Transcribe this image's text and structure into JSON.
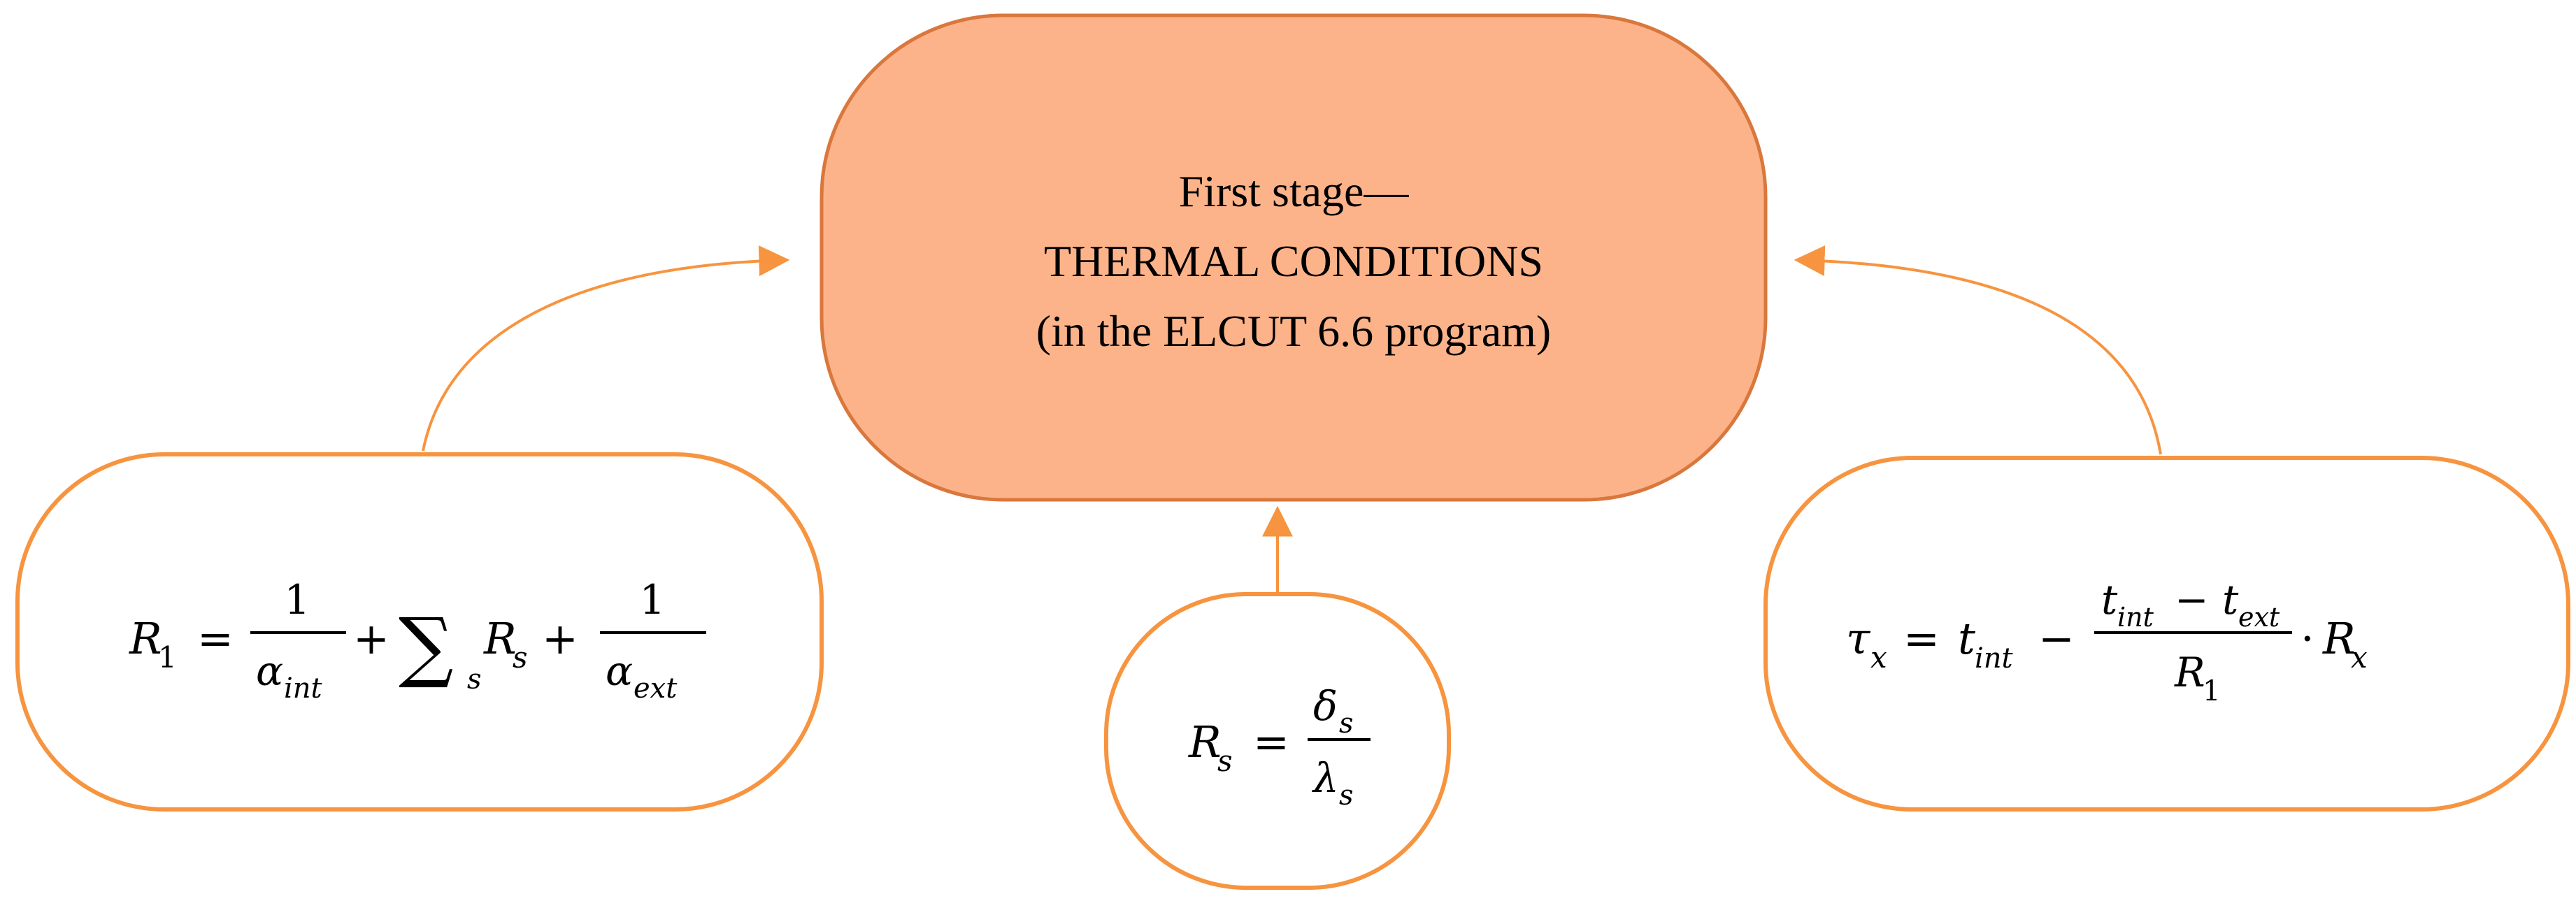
{
  "main_node": {
    "line1": "First stage—",
    "line2": "THERMAL CONDITIONS",
    "line3": "(in the ELCUT 6.6 program)"
  },
  "formula_left": {
    "lhs": "R",
    "lhs_sub": "1",
    "eq": "=",
    "frac1_num": "1",
    "frac1_den": "α",
    "frac1_den_sub": "int",
    "plus1": "+",
    "sum": "∑",
    "sum_sub": "s",
    "term": "R",
    "term_sub": "s",
    "plus2": "+",
    "frac2_num": "1",
    "frac2_den": "α",
    "frac2_den_sub": "ext"
  },
  "formula_center": {
    "lhs": "R",
    "lhs_sub": "s",
    "eq": "=",
    "num": "δ",
    "num_sub": "s",
    "den": "λ",
    "den_sub": "s"
  },
  "formula_right": {
    "lhs": "τ",
    "lhs_sub": "x",
    "eq": "=",
    "t1": "t",
    "t1_sub": "int",
    "minus": "−",
    "num_a": "t",
    "num_a_sub": "int",
    "num_minus": "−",
    "num_b": "t",
    "num_b_sub": "ext",
    "den": "R",
    "den_sub": "1",
    "dot": "·",
    "tail": "R",
    "tail_sub": "x"
  },
  "colors": {
    "main_fill": "#FDB38A",
    "main_stroke": "#D9773C",
    "box_stroke": "#F7943F",
    "arrow": "#F7943F",
    "text": "#000000"
  }
}
